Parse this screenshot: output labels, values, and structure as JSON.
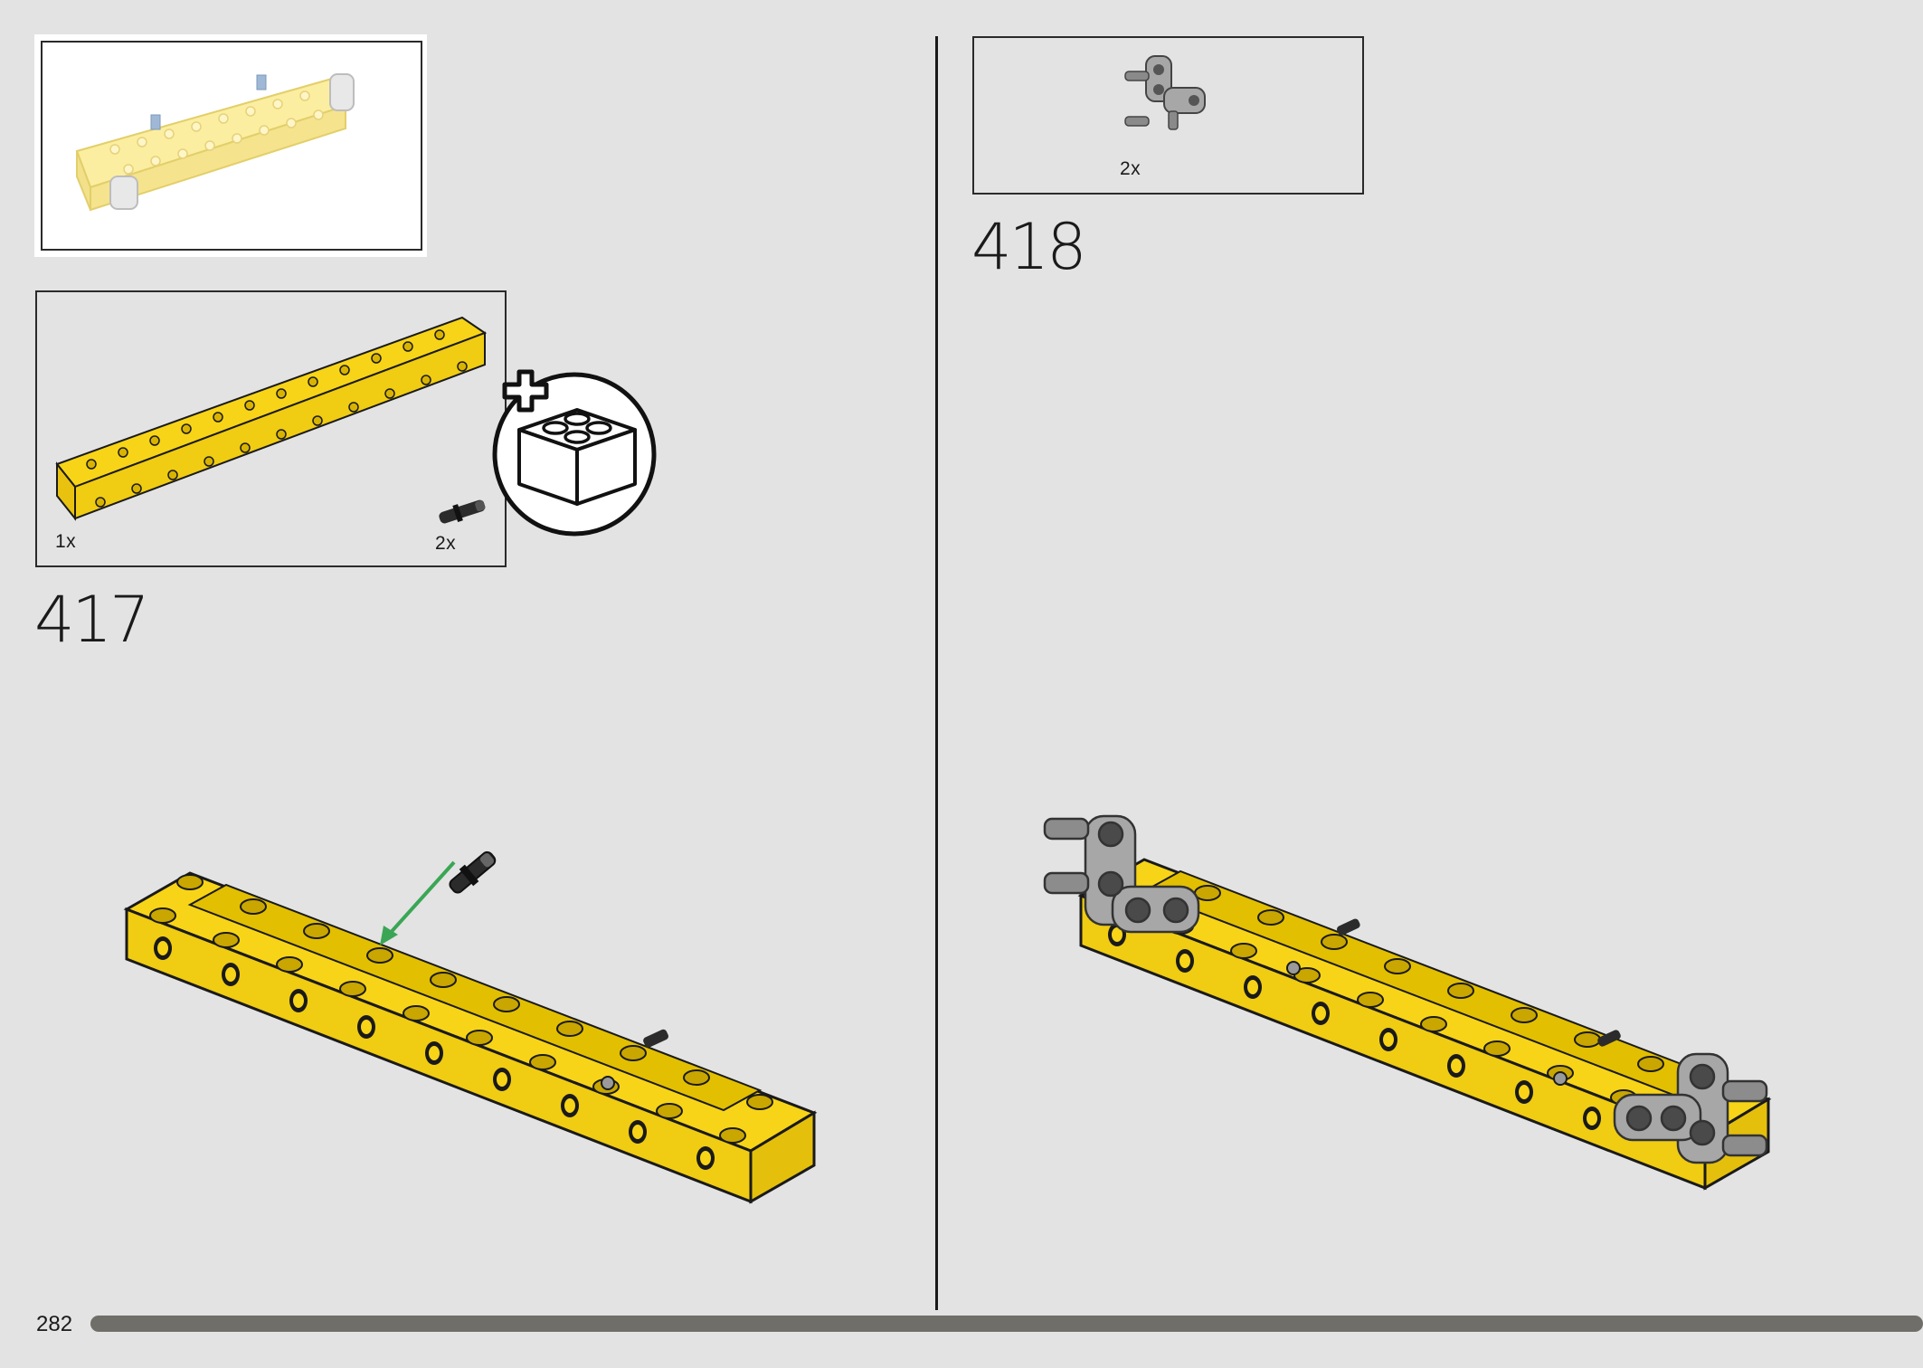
{
  "page": {
    "number": "282"
  },
  "step_417": {
    "number": "417",
    "parts": [
      {
        "name": "yellow-frame",
        "qty": "1x"
      },
      {
        "name": "black-pin",
        "qty": "2x"
      }
    ]
  },
  "step_418": {
    "number": "418",
    "parts": [
      {
        "name": "grey-connector",
        "qty": "2x"
      }
    ]
  },
  "progress": {
    "fraction": 0.98
  },
  "colors": {
    "background": "#e3e3e3",
    "frame_yellow": "#f7d417",
    "connector_grey": "#a7a7a7",
    "progress_bar": "#6f6e69",
    "arrow_green": "#3aa655"
  }
}
